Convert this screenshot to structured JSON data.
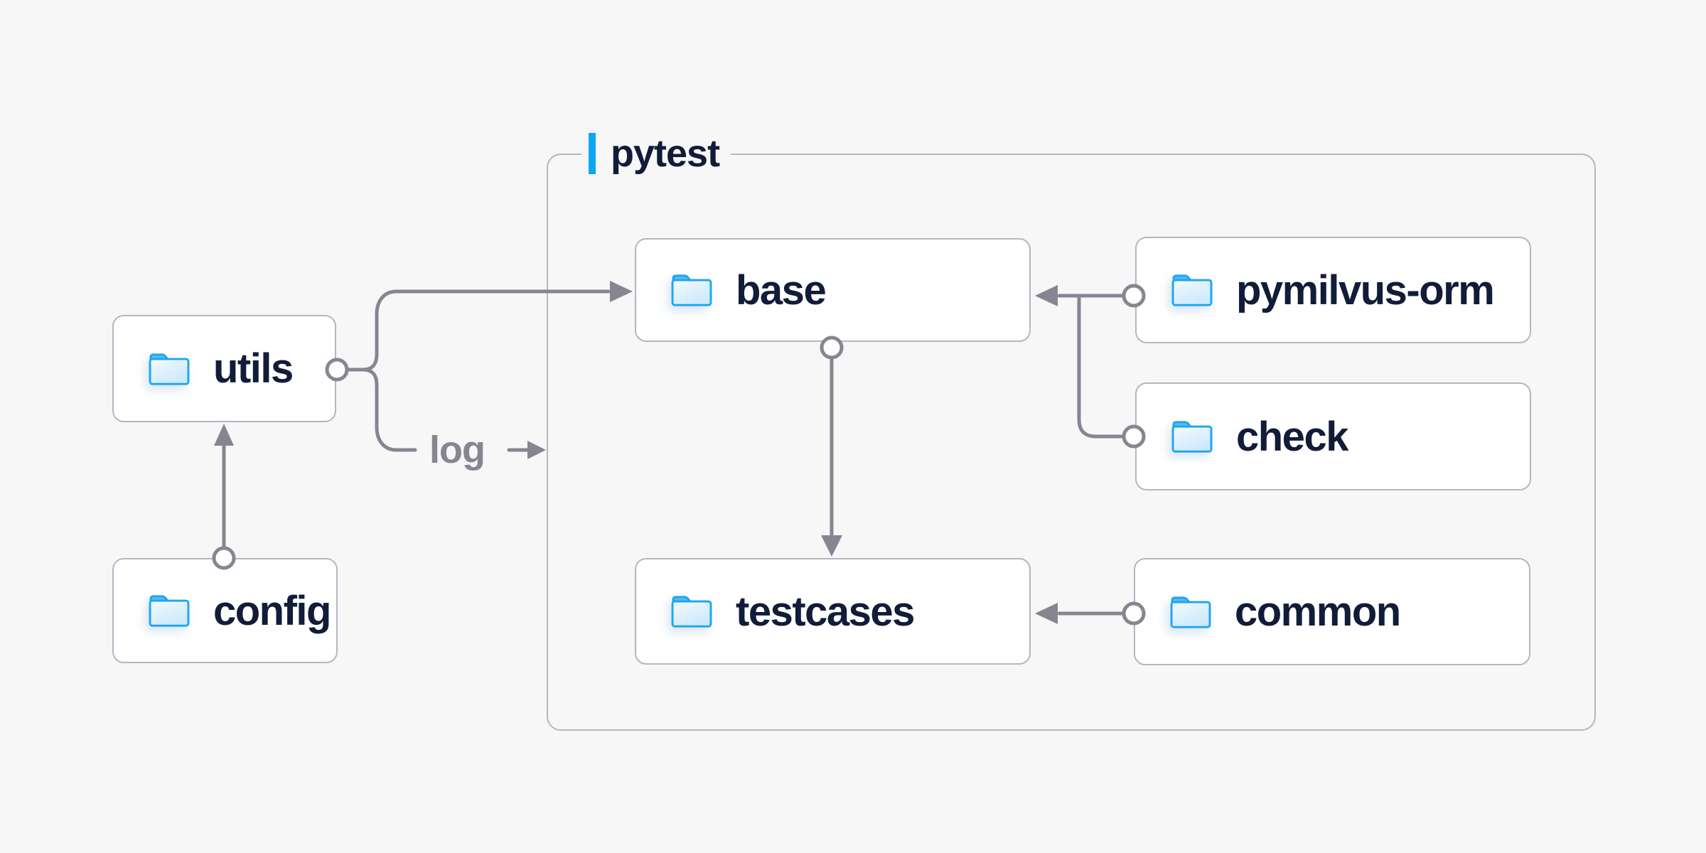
{
  "diagram": {
    "container_label": "pytest",
    "edge_label": "log",
    "nodes": {
      "utils": {
        "label": "utils"
      },
      "config": {
        "label": "config"
      },
      "base": {
        "label": "base"
      },
      "testcases": {
        "label": "testcases"
      },
      "pymilvus_orm": {
        "label": "pymilvus-orm"
      },
      "check": {
        "label": "check"
      },
      "common": {
        "label": "common"
      }
    },
    "edges": [
      {
        "from": "config",
        "to": "utils"
      },
      {
        "from": "utils",
        "to": "base"
      },
      {
        "from": "utils",
        "to": "pytest-container",
        "label": "log"
      },
      {
        "from": "pymilvus-orm",
        "to": "base"
      },
      {
        "from": "check",
        "to": "base"
      },
      {
        "from": "base",
        "to": "testcases"
      },
      {
        "from": "common",
        "to": "testcases"
      }
    ],
    "colors": {
      "background": "#f7f7f8",
      "box_fill": "#ffffff",
      "box_border": "#b5b6c3",
      "connector": "#85868f",
      "text": "#111c38",
      "accent_blue": "#0ba7f2",
      "folder_stroke": "#1ca6f0",
      "folder_tab": "#5ab9f2",
      "folder_fill_top": "#f3fafe",
      "folder_fill_bottom": "#cde9fb"
    }
  }
}
